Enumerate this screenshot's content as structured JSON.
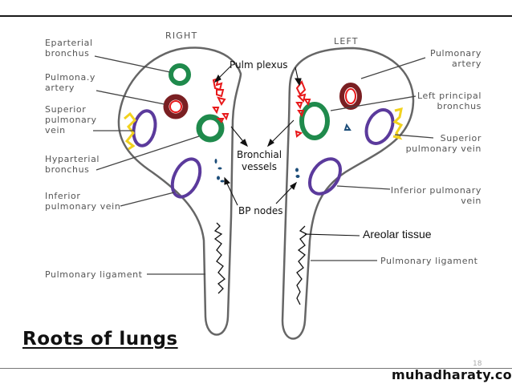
{
  "slide": {
    "title": "Roots of lungs",
    "page_number": "18",
    "watermark": "muhadharaty.com"
  },
  "sides": {
    "right": "RIGHT",
    "left": "LEFT"
  },
  "right_root_labels": {
    "eparterial_bronchus": "Eparterial\nbronchus",
    "pulmonary_artery": "Pulmona.y\nartery",
    "superior_pulmonary_vein": "Superior\npulmonary\nvein",
    "hyparterial_bronchus": "Hyparterial\nbronchus",
    "inferior_pulmonary_vein": "Inferior\npulmonary vein",
    "pulmonary_ligament": "Pulmonary ligament"
  },
  "left_root_labels": {
    "pulmonary_artery": "Pulmonary\nartery",
    "left_principal_bronchus": "Left principal\nbronchus",
    "superior_pulmonary_vein": "Superior\npulmonary vein",
    "inferior_pulmonary_vein": "Inferior pulmonary\nvein",
    "pulmonary_ligament": "Pulmonary ligament"
  },
  "annotations": {
    "pulm_plexus": "Pulm plexus",
    "bronchial_vessels": "Bronchial\nvessels",
    "bp_nodes": "BP nodes",
    "areolar_tissue": "Areolar tissue"
  },
  "colors": {
    "outline": "#666666",
    "bronchus": "#1f8a4c",
    "artery": "#7a1f22",
    "vein": "#5b3a9c",
    "plexus": "#e8191b",
    "nodes": "#1d4e7a",
    "fat": "#f2d21e"
  }
}
